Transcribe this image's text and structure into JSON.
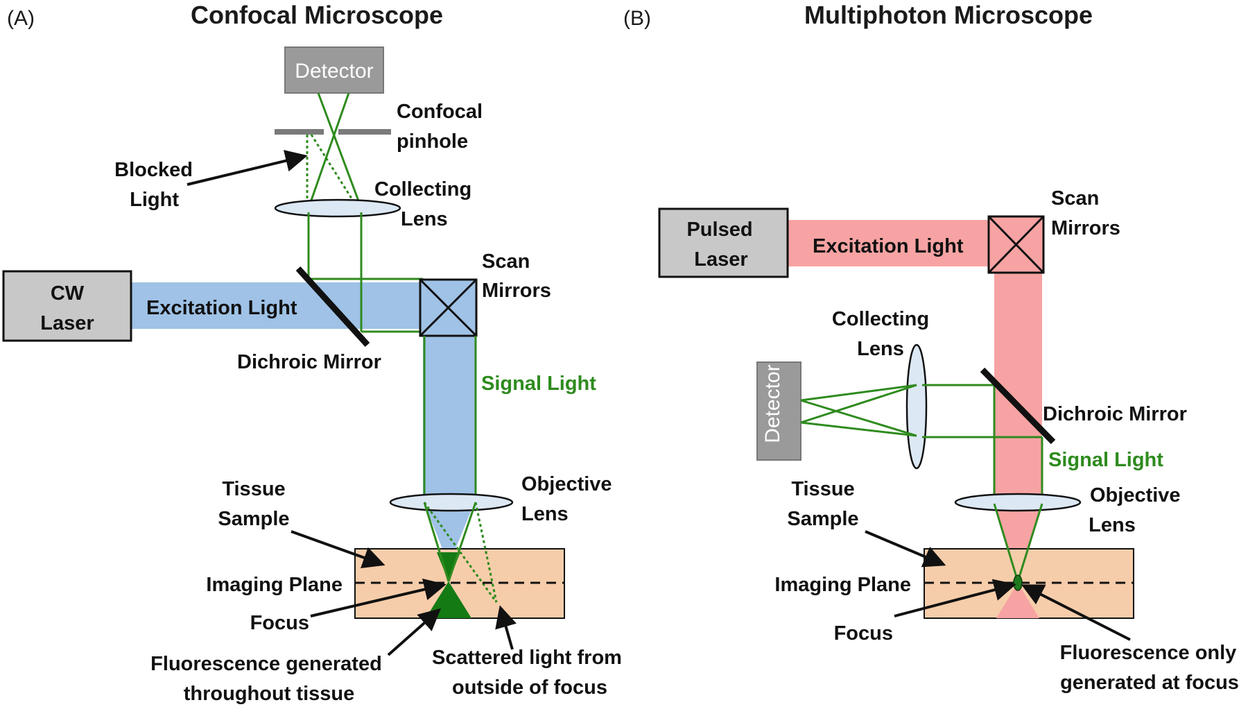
{
  "colors": {
    "blue_beam": "#9fc2e6",
    "red_beam": "#f7a3a3",
    "signal_green": "#2e8b1e",
    "tissue": "#f6cdaa",
    "laser_box": "#c8c8c8",
    "detector_box": "#9a9a9a"
  },
  "panel_a": {
    "tag": "(A)",
    "title": "Confocal Microscope",
    "detector": "Detector",
    "pinhole_label": [
      "Confocal",
      "pinhole"
    ],
    "blocked_label": [
      "Blocked",
      "Light"
    ],
    "collecting_label": [
      "Collecting",
      "Lens"
    ],
    "scan_label": [
      "Scan",
      "Mirrors"
    ],
    "laser_label": [
      "CW",
      "Laser"
    ],
    "excitation": "Excitation Light",
    "dichroic": "Dichroic Mirror",
    "signal": "Signal Light",
    "objective_label": [
      "Objective",
      "Lens"
    ],
    "tissue_label": [
      "Tissue",
      "Sample"
    ],
    "imaging_plane": "Imaging Plane",
    "focus": "Focus",
    "fluorescence_label": [
      "Fluorescence generated",
      "throughout tissue"
    ],
    "scattered_label": [
      "Scattered light from",
      "outside of focus"
    ]
  },
  "panel_b": {
    "tag": "(B)",
    "title": "Multiphoton Microscope",
    "laser_label": [
      "Pulsed",
      "Laser"
    ],
    "excitation": "Excitation Light",
    "scan_label": [
      "Scan",
      "Mirrors"
    ],
    "collecting_label": [
      "Collecting",
      "Lens"
    ],
    "detector": "Detector",
    "dichroic": "Dichroic Mirror",
    "signal": "Signal Light",
    "objective_label": [
      "Objective",
      "Lens"
    ],
    "tissue_label": [
      "Tissue",
      "Sample"
    ],
    "imaging_plane": "Imaging Plane",
    "focus": "Focus",
    "fluorescence_label": [
      "Fluorescence only",
      "generated at focus"
    ]
  }
}
